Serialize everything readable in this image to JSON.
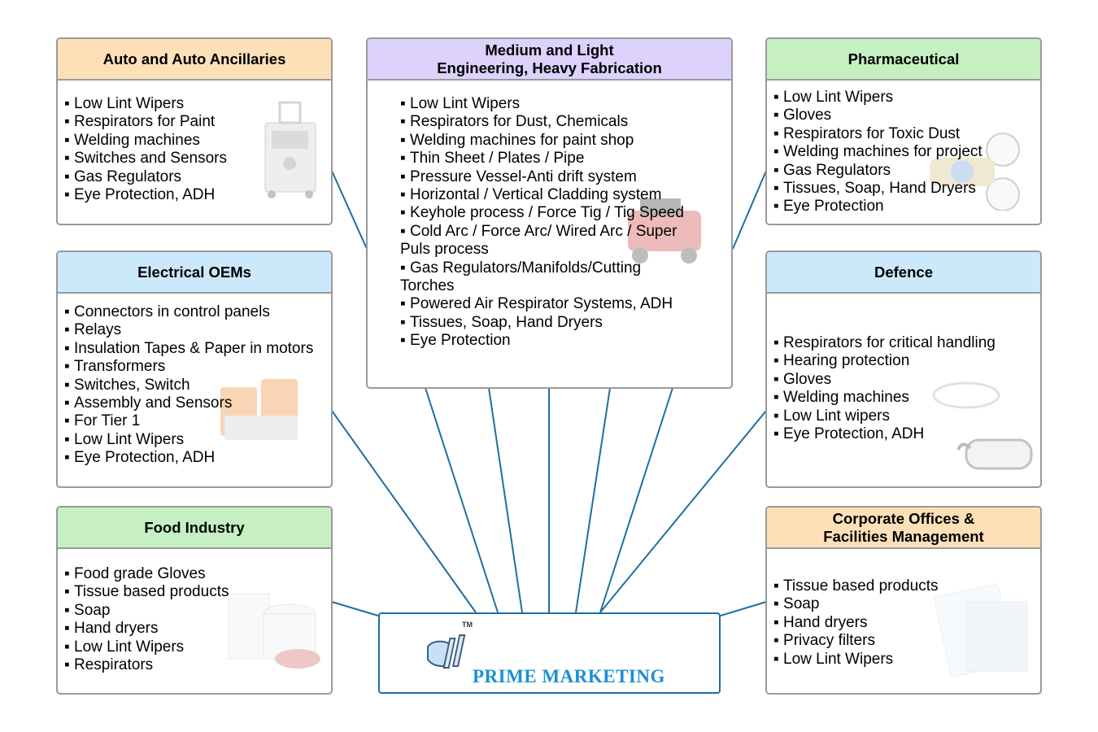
{
  "sectors": [
    {
      "id": "auto",
      "title": "Auto and Auto Ancillaries",
      "items": [
        "Low Lint Wipers",
        "Respirators for Paint",
        "Welding machines",
        "Switches and Sensors",
        "Gas Regulators",
        "Eye Protection,  ADH"
      ],
      "header_color": "#fde0b8"
    },
    {
      "id": "engineering",
      "title_line1": "Medium and Light",
      "title_line2": "Engineering, Heavy Fabrication",
      "items": [
        "Low Lint Wipers",
        "Respirators for Dust, Chemicals",
        "Welding machines for paint shop",
        "Thin Sheet / Plates / Pipe",
        "Pressure Vessel-Anti drift system",
        "Horizontal / Vertical Cladding system",
        "Keyhole process / Force Tig / Tig Speed",
        "Cold Arc / Force Arc/ Wired Arc / Super Puls process",
        "Gas Regulators/Manifolds/Cutting Torches",
        "Powered Air Respirator Systems, ADH",
        "Tissues, Soap, Hand Dryers",
        "Eye Protection"
      ],
      "header_color": "#dcd2fb"
    },
    {
      "id": "pharma",
      "title": "Pharmaceutical",
      "items": [
        "Low Lint Wipers",
        "Gloves",
        "Respirators for Toxic Dust",
        "Welding machines for project",
        "Gas Regulators",
        "Tissues, Soap, Hand Dryers",
        "Eye Protection"
      ],
      "header_color": "#c6f0c2"
    },
    {
      "id": "electrical",
      "title": "Electrical OEMs",
      "items": [
        "Connectors in control panels",
        "Relays",
        "Insulation Tapes & Paper in motors",
        "Transformers",
        "Switches, Switch",
        "Assembly and Sensors",
        "For Tier 1",
        "Low Lint Wipers",
        "Eye Protection,  ADH"
      ],
      "header_color": "#cce8fb"
    },
    {
      "id": "defence",
      "title": "Defence",
      "items": [
        "Respirators for critical handling",
        "Hearing protection",
        "Gloves",
        "Welding machines",
        "Low Lint wipers",
        "Eye Protection,  ADH"
      ],
      "header_color": "#cce8fb"
    },
    {
      "id": "food",
      "title": "Food Industry",
      "items": [
        "Food grade Gloves",
        "Tissue based products",
        "Soap",
        "Hand dryers",
        "Low Lint Wipers",
        "Respirators"
      ],
      "header_color": "#c6f0c2"
    },
    {
      "id": "corporate",
      "title_line1": "Corporate Offices &",
      "title_line2": "Facilities Management",
      "items": [
        "Tissue based products",
        "Soap",
        "Hand dryers",
        "Privacy filters",
        "Low Lint Wipers"
      ],
      "header_color": "#fde0b8"
    }
  ],
  "center": {
    "brand_name": "PRIME MARKETING",
    "trademark": "TM",
    "brand_color": "#1b8fd0",
    "connector_color": "#1f6f9f",
    "logo_icon": "pm-logo-icon"
  }
}
